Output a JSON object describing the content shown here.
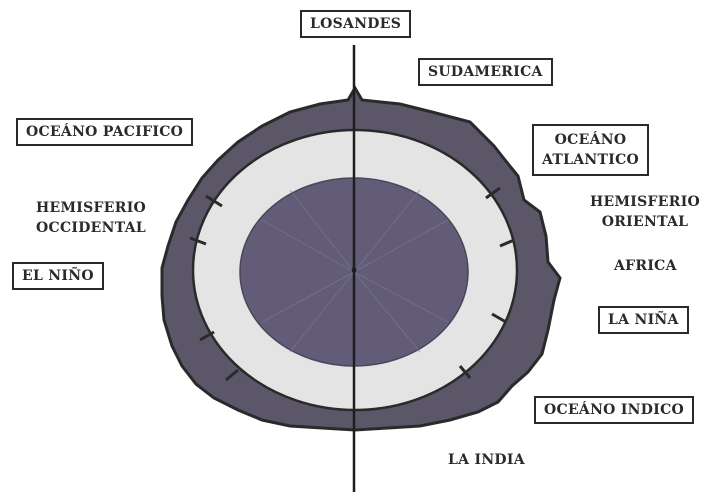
{
  "labels": {
    "los_andes": "LOSANDES",
    "sudamerica": "SUDAMERICA",
    "oceano_pacifico": "OCEÁNO PACIFICO",
    "oceano_atlantico_1": "OCEÁNO",
    "oceano_atlantico_2": "ATLANTICO",
    "hemisferio_occidental_1": "HEMISFERIO",
    "hemisferio_occidental_2": "OCCIDENTAL",
    "hemisferio_oriental_1": "HEMISFERIO",
    "hemisferio_oriental_2": "ORIENTAL",
    "el_nino": "EL NIÑO",
    "africa": "AFRICA",
    "la_nina": "LA NIÑA",
    "oceano_indico": "OCEÁNO INDICO",
    "la_india": "LA INDIA"
  },
  "colors": {
    "outer_ring": "#5b5768",
    "middle_ring": "#e4e4e4",
    "core": "#625c78",
    "outline": "#2a2a2a"
  }
}
